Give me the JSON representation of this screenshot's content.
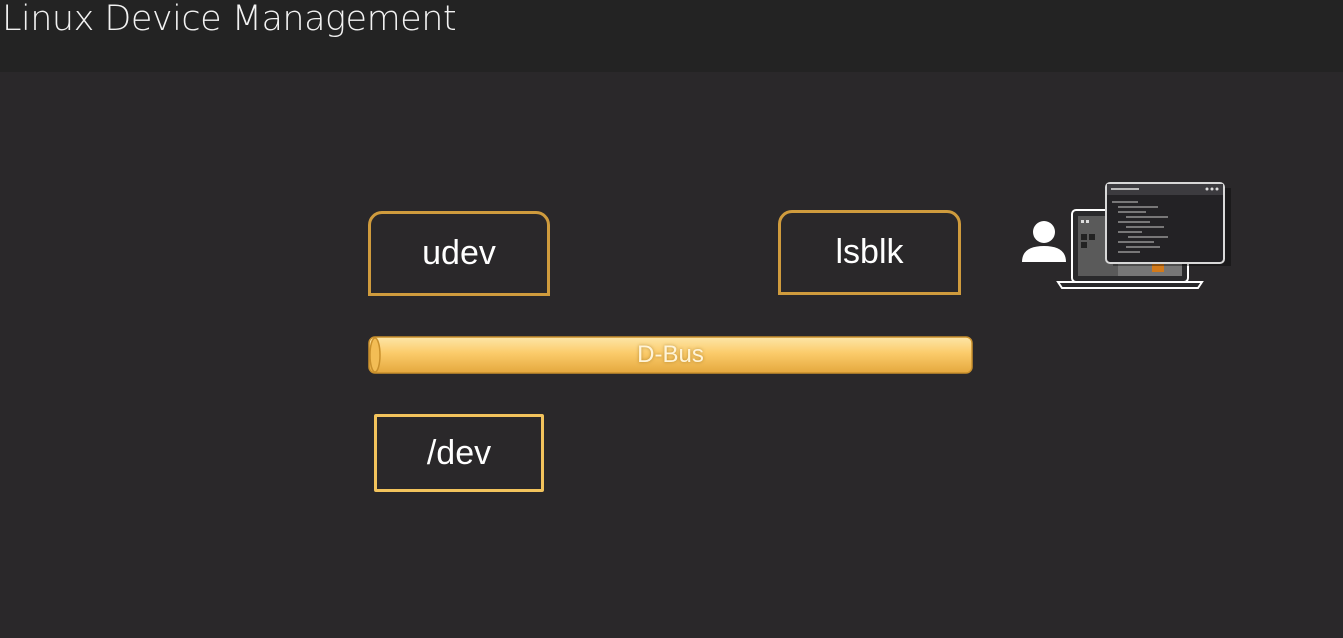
{
  "slide": {
    "title": "Linux Device Management"
  },
  "diagram": {
    "nodes": {
      "udev": "udev",
      "lsblk": "lsblk",
      "dev": "/dev"
    },
    "bus_label": "D-Bus"
  },
  "icons": [
    "user-icon",
    "laptop-icon",
    "terminal-window-icon"
  ],
  "colors": {
    "background": "#2a282a",
    "title_bar": "#232323",
    "box_border": "#cf9b3d",
    "dev_border": "#f2c35c",
    "bus_fill": "#fbcb6a"
  }
}
